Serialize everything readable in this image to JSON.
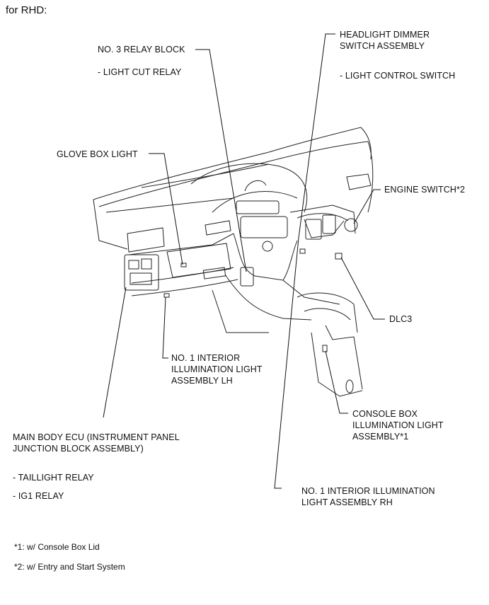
{
  "title": "for RHD:",
  "labels": {
    "relay_block": "NO. 3 RELAY BLOCK",
    "light_cut_relay": "- LIGHT CUT RELAY",
    "headlight_dimmer_1": "HEADLIGHT DIMMER",
    "headlight_dimmer_2": "SWITCH ASSEMBLY",
    "light_control_switch": "- LIGHT CONTROL SWITCH",
    "glove_box_light": "GLOVE BOX LIGHT",
    "engine_switch": "ENGINE SWITCH*2",
    "dlc3": "DLC3",
    "interior_lh_1": "NO. 1 INTERIOR",
    "interior_lh_2": "ILLUMINATION LIGHT",
    "interior_lh_3": "ASSEMBLY LH",
    "console_1": "CONSOLE BOX",
    "console_2": "ILLUMINATION LIGHT",
    "console_3": "ASSEMBLY*1",
    "main_body_1": "MAIN BODY ECU (INSTRUMENT PANEL",
    "main_body_2": "JUNCTION BLOCK ASSEMBLY)",
    "taillight_relay": "- TAILLIGHT RELAY",
    "ig1_relay": "- IG1 RELAY",
    "interior_rh_1": "NO. 1 INTERIOR ILLUMINATION",
    "interior_rh_2": "LIGHT ASSEMBLY RH"
  },
  "footnotes": {
    "note1": "*1: w/ Console Box Lid",
    "note2": "*2: w/ Entry and Start System"
  }
}
